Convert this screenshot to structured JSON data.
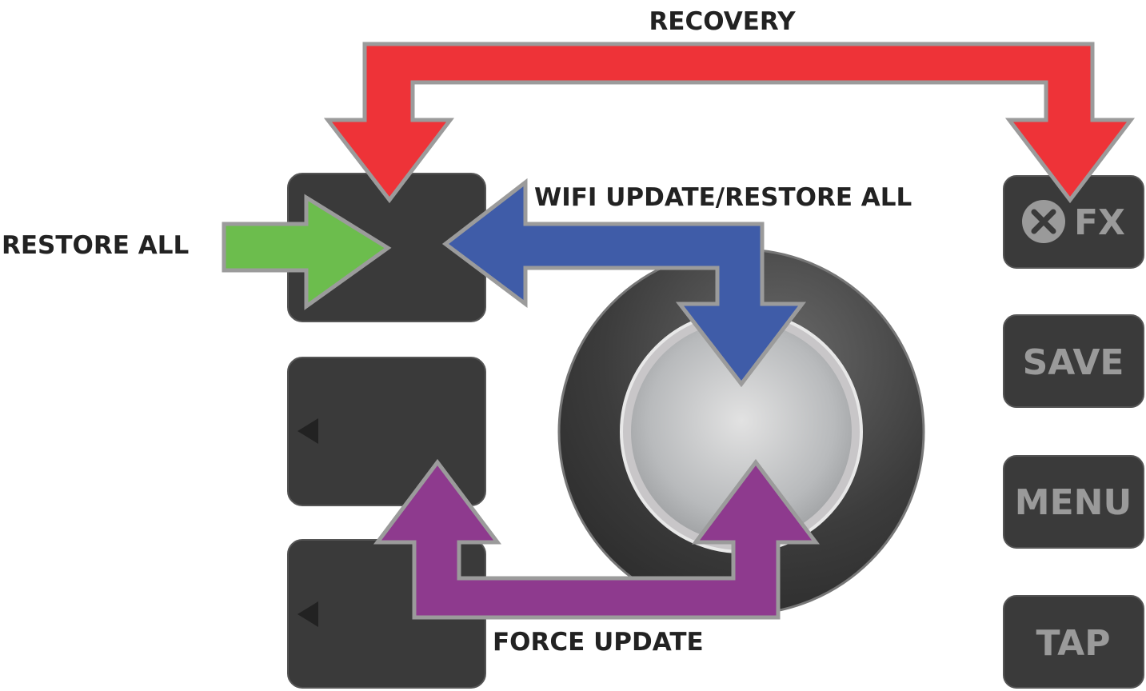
{
  "labels": {
    "recovery": "RECOVERY",
    "wifi_update": "WIFI UPDATE/RESTORE ALL",
    "restore_all": "RESTORE ALL",
    "force_update": "FORCE UPDATE"
  },
  "right_buttons": {
    "fx": "FX",
    "save": "SAVE",
    "menu": "MENU",
    "tap": "TAP"
  },
  "colors": {
    "recovery_arrow": "#ee3338",
    "restore_arrow": "#6cbd4d",
    "wifi_arrow": "#3f5ca8",
    "force_arrow": "#8e3a8e",
    "button": "#3a3a3a"
  }
}
